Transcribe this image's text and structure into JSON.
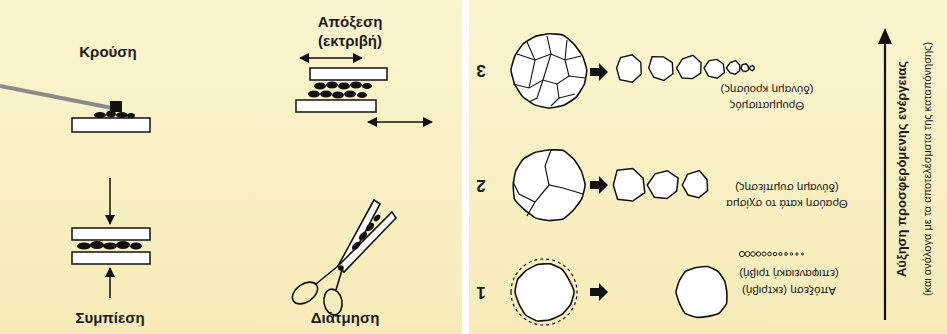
{
  "diagram": {
    "labels": [
      "Κρούση",
      "Απόξεση",
      "(εκτριβή)",
      "Συμπίεση",
      "Διάτμηση",
      "1",
      "2",
      "3",
      "Απόξεση (εκτριβή)",
      "(επιφανειακή τριβή)",
      "Θραύση κατά το σχίσμα",
      "(δύναμη συμπίεσης)",
      "Θρυμματισμός",
      "(δύναμη κρούσης)",
      "Αύξηση προσφερόμενης ενέργειας",
      "(και ανάλογα με τα αποτελέσματα της καταπόνησης)"
    ]
  }
}
